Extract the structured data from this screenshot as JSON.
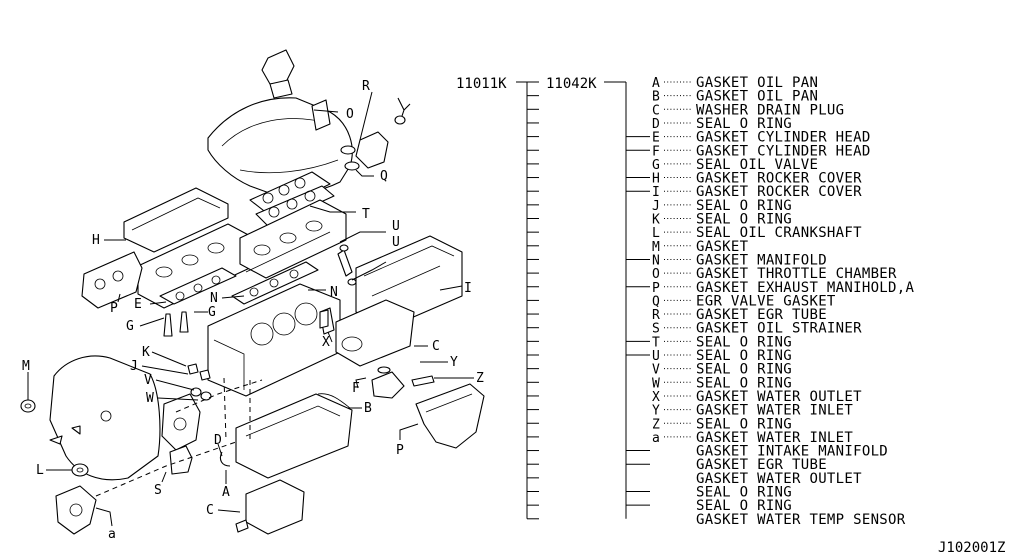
{
  "diagram_code": "J102001Z",
  "kits": {
    "main_kit": "11011K",
    "sub_kit": "11042K"
  },
  "part_list": [
    {
      "letter": "A",
      "desc": "GASKET OIL PAN"
    },
    {
      "letter": "B",
      "desc": "GASKET OIL PAN"
    },
    {
      "letter": "C",
      "desc": "WASHER DRAIN PLUG"
    },
    {
      "letter": "D",
      "desc": "SEAL O RING"
    },
    {
      "letter": "E",
      "desc": "GASKET CYLINDER HEAD"
    },
    {
      "letter": "F",
      "desc": "GASKET CYLINDER HEAD"
    },
    {
      "letter": "G",
      "desc": "SEAL OIL VALVE"
    },
    {
      "letter": "H",
      "desc": "GASKET ROCKER COVER"
    },
    {
      "letter": "I",
      "desc": "GASKET ROCKER COVER"
    },
    {
      "letter": "J",
      "desc": "SEAL O RING"
    },
    {
      "letter": "K",
      "desc": "SEAL O RING"
    },
    {
      "letter": "L",
      "desc": "SEAL OIL CRANKSHAFT"
    },
    {
      "letter": "M",
      "desc": "GASKET"
    },
    {
      "letter": "N",
      "desc": "GASKET MANIFOLD"
    },
    {
      "letter": "O",
      "desc": "GASKET THROTTLE CHAMBER"
    },
    {
      "letter": "P",
      "desc": "GASKET EXHAUST MANIHOLD,A"
    },
    {
      "letter": "Q",
      "desc": "EGR VALVE GASKET"
    },
    {
      "letter": "R",
      "desc": "GASKET EGR TUBE"
    },
    {
      "letter": "S",
      "desc": "GASKET OIL STRAINER"
    },
    {
      "letter": "T",
      "desc": "SEAL O RING"
    },
    {
      "letter": "U",
      "desc": "SEAL O RING"
    },
    {
      "letter": "V",
      "desc": "SEAL O RING"
    },
    {
      "letter": "W",
      "desc": "SEAL O RING"
    },
    {
      "letter": "X",
      "desc": "GASKET WATER OUTLET"
    },
    {
      "letter": "Y",
      "desc": "GASKET WATER INLET"
    },
    {
      "letter": "Z",
      "desc": "SEAL O RING"
    },
    {
      "letter": "a",
      "desc": "GASKET WATER INLET"
    },
    {
      "letter": "",
      "desc": "GASKET INTAKE MANIFOLD"
    },
    {
      "letter": "",
      "desc": "GASKET EGR TUBE"
    },
    {
      "letter": "",
      "desc": "GASKET WATER OUTLET"
    },
    {
      "letter": "",
      "desc": "SEAL O RING"
    },
    {
      "letter": "",
      "desc": "SEAL O RING"
    },
    {
      "letter": "",
      "desc": "GASKET WATER TEMP SENSOR"
    }
  ],
  "callouts": {
    "A": "A",
    "B": "B",
    "C": "C",
    "D": "D",
    "E": "E",
    "F": "F",
    "G": "G",
    "H": "H",
    "I": "I",
    "J": "J",
    "K": "K",
    "L": "L",
    "M": "M",
    "N": "N",
    "O": "O",
    "P": "P",
    "Q": "Q",
    "R": "R",
    "S": "S",
    "T": "T",
    "U": "U",
    "V": "V",
    "W": "W",
    "X": "X",
    "Y": "Y",
    "Z": "Z",
    "a": "a"
  }
}
